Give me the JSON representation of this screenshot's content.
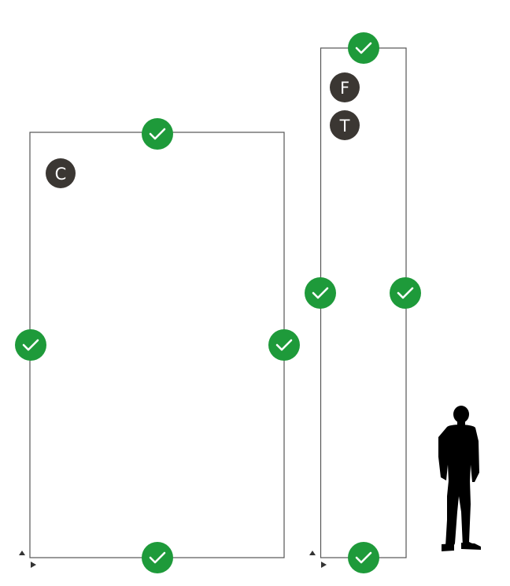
{
  "colors": {
    "frame_stroke": "#555555",
    "check_fill": "#1e9a3a",
    "check_mark": "#ffffff",
    "badge_fill": "#3b3733",
    "badge_text": "#ffffff",
    "silhouette": "#000000",
    "axis_marker": "#333333"
  },
  "panels": [
    {
      "id": "large-panel",
      "badges": [
        {
          "label": "C"
        }
      ],
      "checks": [
        "top-edge",
        "left-edge",
        "right-edge",
        "bottom-edge"
      ]
    },
    {
      "id": "tall-panel",
      "badges": [
        {
          "label": "F"
        },
        {
          "label": "T"
        }
      ],
      "checks": [
        "top-edge",
        "left-edge",
        "right-edge",
        "bottom-edge"
      ]
    }
  ],
  "scale_figure": {
    "icon": "person-silhouette-icon"
  },
  "origin_markers": {
    "icon": "triangle-marker-icon"
  }
}
